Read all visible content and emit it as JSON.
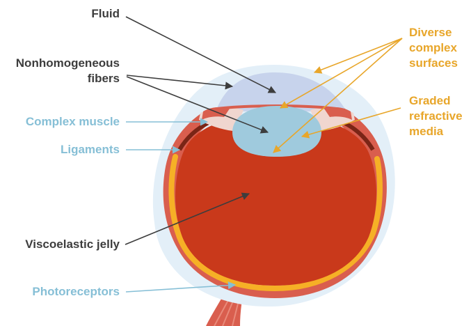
{
  "labels": {
    "fluid": "Fluid",
    "fibers_line1": "Nonhomogeneous",
    "fibers_line2": "fibers",
    "complex_muscle": "Complex muscle",
    "ligaments": "Ligaments",
    "viscoelastic_jelly": "Viscoelastic jelly",
    "photoreceptors": "Photoreceptors",
    "surfaces_line1": "Diverse",
    "surfaces_line2": "complex",
    "surfaces_line3": "surfaces",
    "media_line1": "Graded",
    "media_line2": "refractive",
    "media_line3": "media"
  },
  "colors": {
    "label_dark": "#3d3d3d",
    "label_blue": "#86bfd6",
    "label_orange": "#e8a62a",
    "outer_halo": "#e3eff8",
    "sclera": "#d95e4e",
    "retina": "#f6b026",
    "vitreous": "#c9391b",
    "cornea": "#c7d3ec",
    "lens": "#9fcadd",
    "arrow_dark": "#3d3d3d",
    "arrow_blue": "#86bfd6",
    "arrow_orange": "#e8a62a"
  }
}
